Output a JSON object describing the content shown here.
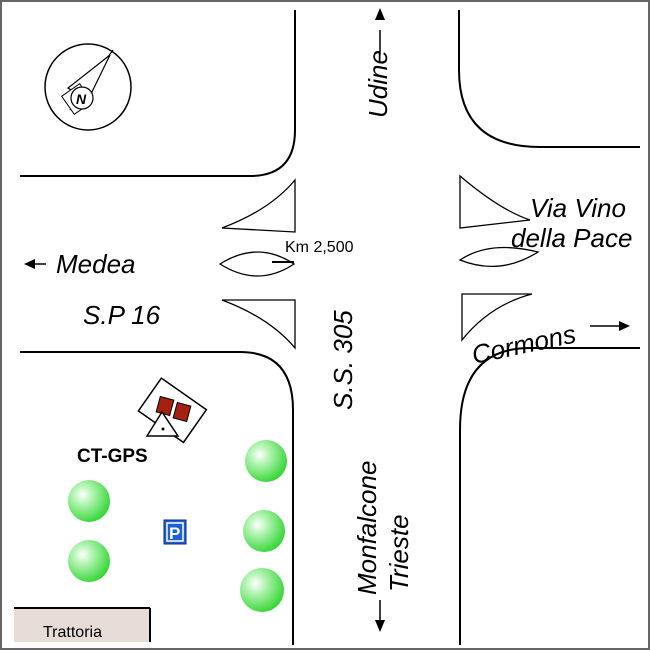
{
  "labels": {
    "udine": "Udine",
    "via_vino_line1": "Via Vino",
    "via_vino_line2": "della Pace",
    "km": "Km 2,500",
    "medea": "Medea",
    "sp16": "S.P 16",
    "ss305": "S.S. 305",
    "cormons": "Cormons",
    "ct_gps": "CT-GPS",
    "monfalcone": "Monfalcone",
    "trieste": "Trieste",
    "parking": "P",
    "trattoria": "Trattoria",
    "compass_n": "N"
  },
  "colors": {
    "tree": "#3ddc3d",
    "parking_bg": "#1f5fd1",
    "building": "#a5200f",
    "trattoria_bg": "#e7ddd6"
  },
  "icons": [
    "compass-icon",
    "arrow-up-icon",
    "arrow-down-icon",
    "arrow-left-icon",
    "arrow-right-icon",
    "tree-icon",
    "parking-icon",
    "gps-station-icon"
  ]
}
